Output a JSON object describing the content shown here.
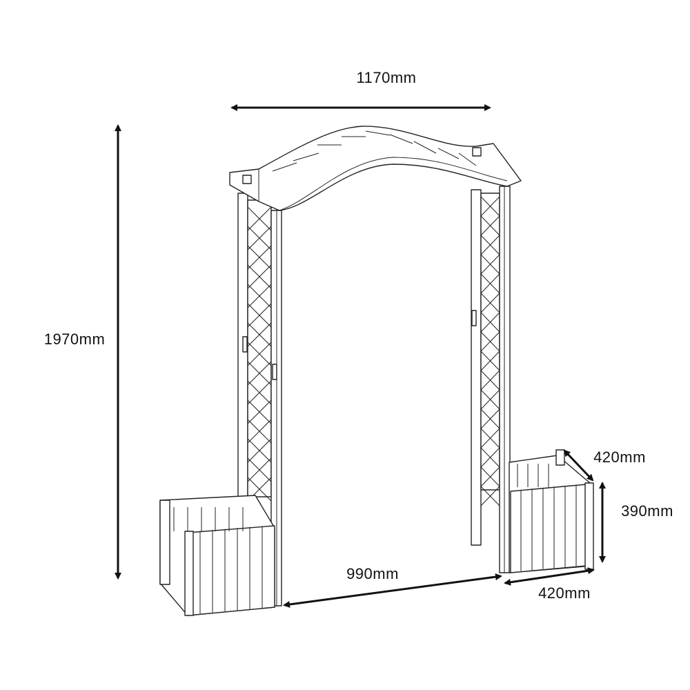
{
  "title": "Garden arch with planters dimension diagram",
  "dimensions": {
    "width": "1170mm",
    "height": "1970mm",
    "inner_width": "990mm",
    "planter_depth": "420mm",
    "planter_height": "390mm",
    "planter_width": "420mm"
  },
  "colors": {
    "line": "#222222",
    "background": "#ffffff"
  }
}
